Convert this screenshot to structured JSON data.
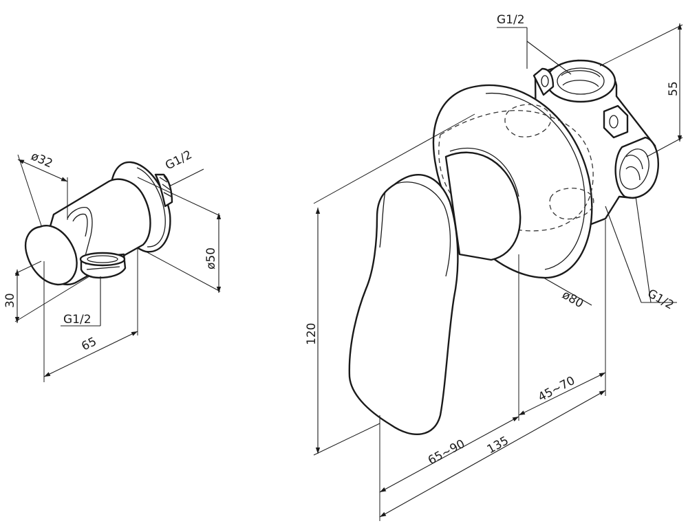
{
  "wall_outlet": {
    "dimensions": {
      "d32": "ø32",
      "g12_top": "G1/2",
      "d50": "ø50",
      "h30": "30",
      "g12_bottom": "G1/2",
      "w65": "65"
    }
  },
  "mixer": {
    "dimensions": {
      "g12_top": "G1/2",
      "h55": "55",
      "g12_right": "G1/2",
      "d80": "ø80",
      "h120": "120",
      "r45_70": "45~70",
      "r65_90": "65~90",
      "w135": "135"
    }
  },
  "colors": {
    "line": "#1a1a1a",
    "background": "#ffffff"
  }
}
